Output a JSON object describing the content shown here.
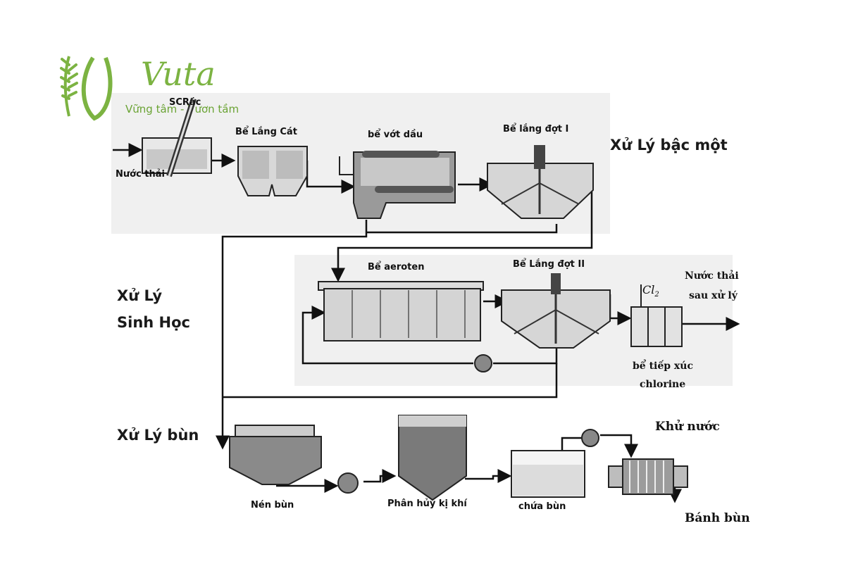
{
  "logo": {
    "brand": "Vuta",
    "tagline": "Vững tâm - Vươn tầm",
    "color": "#7cb342"
  },
  "sections": {
    "primary": "Xử Lý bậc một",
    "biological_line1": "Xử Lý",
    "biological_line2": "Sinh Học",
    "sludge": "Xử Lý bùn"
  },
  "labels": {
    "screen": "SCRác",
    "influent": "Nước thải",
    "grit_tank": "Bể Lắng Cát",
    "oil_tank": "bể vớt dầu",
    "primary_clarifier": "Bể lắng đợt I",
    "aerotank": "Bể aeroten",
    "secondary_clarifier": "Bể Lắng đợt II",
    "chlorine_symbol": "Cl",
    "chlorine_sub": "2",
    "effluent_line1": "Nước thải",
    "effluent_line2": "sau xử lý",
    "contact_tank_line1": "bể tiếp xúc",
    "contact_tank_line2": "chlorine",
    "thickener": "Nén bùn",
    "digester": "Phân hủy kị khí",
    "sludge_storage": "chứa bùn",
    "dewatering": "Khử nước",
    "sludge_cake": "Bánh bùn"
  }
}
